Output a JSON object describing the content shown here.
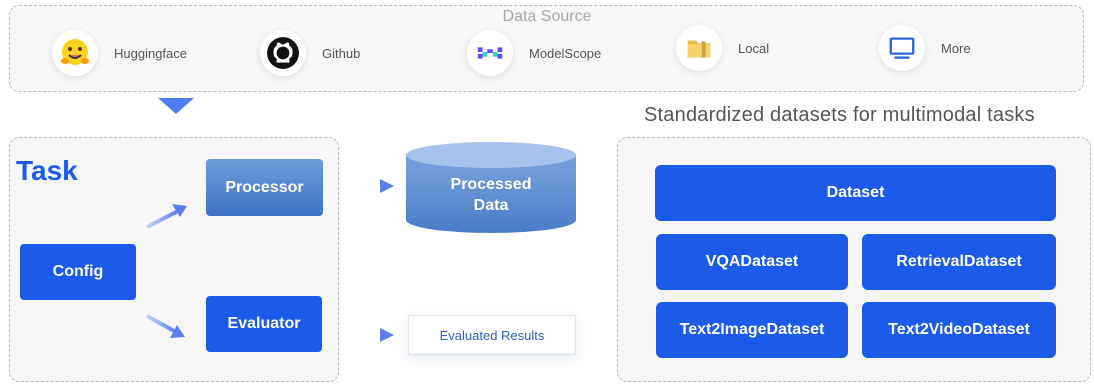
{
  "data_source": {
    "title": "Data Source",
    "items": [
      {
        "label": "Huggingface",
        "icon": "huggingface-icon"
      },
      {
        "label": "Github",
        "icon": "github-icon"
      },
      {
        "label": "ModelScope",
        "icon": "modelscope-icon"
      },
      {
        "label": "Local",
        "icon": "folder-icon"
      },
      {
        "label": "More",
        "icon": "monitor-icon"
      }
    ]
  },
  "standardized_title": "Standardized datasets for multimodal tasks",
  "task": {
    "title": "Task",
    "config": "Config",
    "processor": "Processor",
    "evaluator": "Evaluator"
  },
  "processed_data": "Processed Data",
  "processed_data_lines": [
    "Processed",
    "Data"
  ],
  "evaluated_results": "Evaluated Results",
  "datasets": {
    "base": "Dataset",
    "items": [
      "VQADataset",
      "RetrievalDataset",
      "Text2ImageDataset",
      "Text2VideoDataset"
    ]
  },
  "colors": {
    "primary_blue": "#1c5ae9",
    "steel_blue": "#4f82cc",
    "arrow": "#6e8ef0",
    "task_title": "#1d5be8"
  }
}
